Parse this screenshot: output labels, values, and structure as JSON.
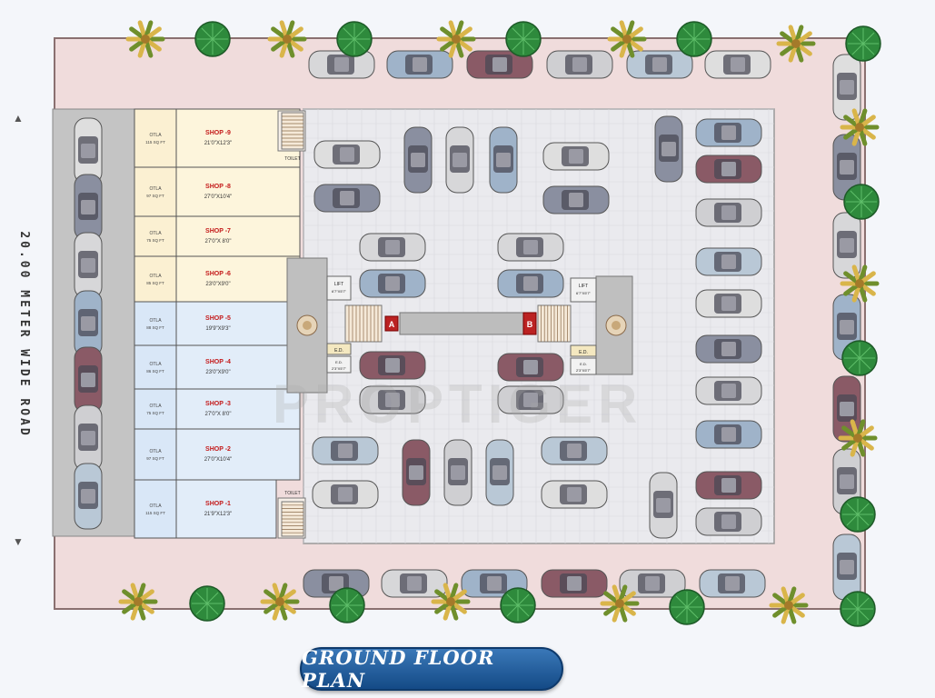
{
  "title": "GROUND FLOOR PLAN",
  "road_label": "20.00 METER WIDE ROAD",
  "watermark": "PROPTIGER",
  "shops": [
    {
      "otla_label": "OTLA",
      "otla_area": "115 SQ FT",
      "name": "SHOP -9",
      "size": "21'0\"X12'3\""
    },
    {
      "otla_label": "OTLA",
      "otla_area": "97 SQ FT",
      "name": "SHOP -8",
      "size": "27'0\"X10'4\""
    },
    {
      "otla_label": "OTLA",
      "otla_area": "75 SQ FT",
      "name": "SHOP -7",
      "size": "27'0\"X 8'0\""
    },
    {
      "otla_label": "OTLA",
      "otla_area": "85 SQ FT",
      "name": "SHOP -6",
      "size": "23'0\"X9'0\""
    },
    {
      "otla_label": "OTLA",
      "otla_area": "88 SQ FT",
      "name": "SHOP -5",
      "size": "19'9\"X9'3\""
    },
    {
      "otla_label": "OTLA",
      "otla_area": "86 SQ FT",
      "name": "SHOP -4",
      "size": "23'0\"X9'0\""
    },
    {
      "otla_label": "OTLA",
      "otla_area": "75 SQ FT",
      "name": "SHOP -3",
      "size": "27'0\"X 8'0\""
    },
    {
      "otla_label": "OTLA",
      "otla_area": "97 SQ FT",
      "name": "SHOP -2",
      "size": "27'0\"X10'4\""
    },
    {
      "otla_label": "OTLA",
      "otla_area": "115 SQ FT",
      "name": "SHOP -1",
      "size": "21'9\"X12'3\""
    }
  ],
  "toilet_label": "TOILET",
  "core_a": {
    "label": "A",
    "lift": "LIFT",
    "lift_size": "6'7\"X5'7\"",
    "ed": "E.D.",
    "ed2": "E.D.",
    "ed_size": "2'3\"X5'7\""
  },
  "core_b": {
    "label": "B",
    "lift": "LIFT",
    "lift_size": "6'7\"X5'7\"",
    "ed": "E.D.",
    "ed2": "E.D.",
    "ed_size": "2'3\"X5'7\""
  },
  "colors": {
    "paving": "#f0dcdc",
    "parking": "#eaeaee",
    "shop_top": "#fdf3d4",
    "shop_bottom": "#dfeaf8",
    "road": "#c4c4c4",
    "title_bg": "#1f5c9e"
  }
}
